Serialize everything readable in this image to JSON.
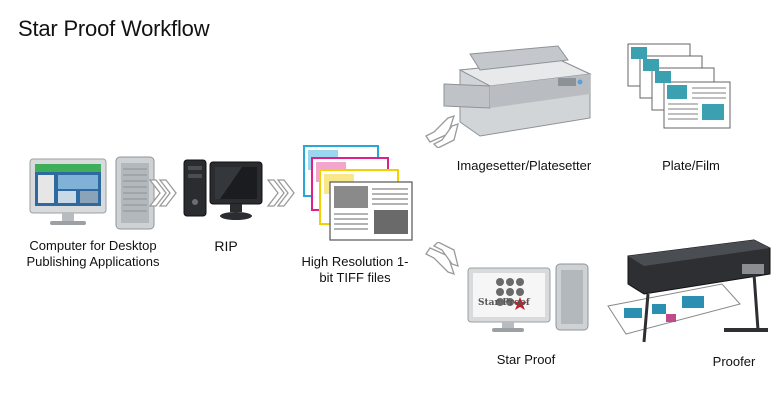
{
  "title": "Star Proof Workflow",
  "nodes": {
    "desktop": "Computer for Desktop Publishing Applications",
    "rip": "RIP",
    "tiff": "High Resolution 1-bit TIFF files",
    "imagesetter": "Imagesetter/Platesetter",
    "plate": "Plate/Film",
    "starproof": "Star Proof",
    "proofer": "Proofer"
  },
  "logo_text": "Star Proof",
  "colors": {
    "arrow": "#9a9a9a",
    "text": "#111111",
    "accent_red": "#c0202a"
  },
  "icons": [
    "desktop-computer-icon",
    "rip-computer-icon",
    "tiff-files-icon",
    "imagesetter-icon",
    "plate-film-icon",
    "star-proof-computer-icon",
    "proofer-printer-icon",
    "flow-arrow-icon"
  ]
}
